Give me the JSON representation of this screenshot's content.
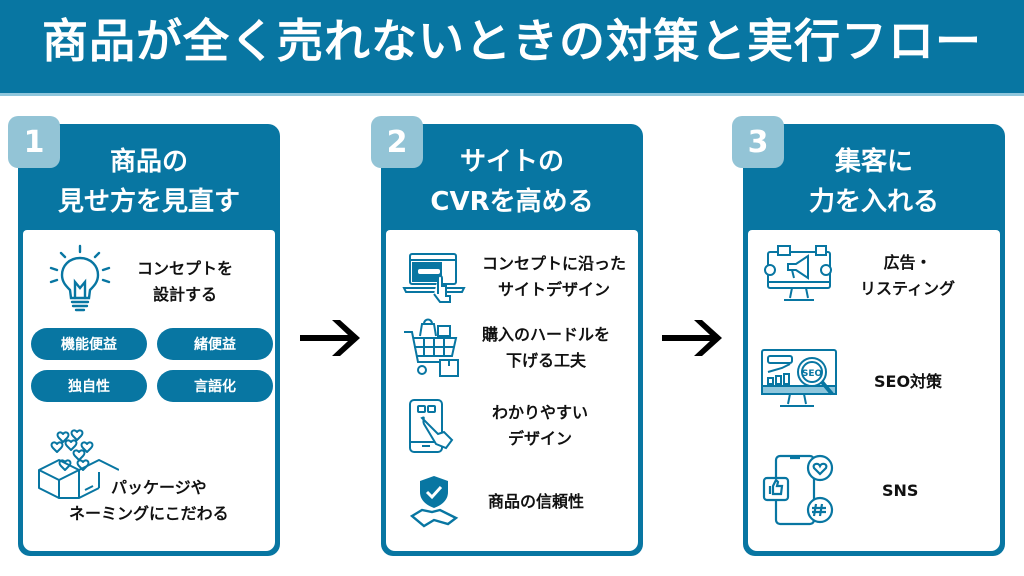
{
  "title": "商品が全く売れないときの対策と実行フロー",
  "colors": {
    "primary": "#0876a2",
    "badge": "#93c4d6",
    "text": "#111111",
    "arrow": "#000000"
  },
  "arrow_icon": "right-arrow",
  "steps": [
    {
      "number": "1",
      "heading_line1": "商品の",
      "heading_line2": "見せ方を見直す",
      "items": [
        {
          "icon": "lightbulb-icon",
          "line1": "コンセプトを",
          "line2": "設計する"
        },
        {
          "icon": "gift-box-hearts-icon",
          "line1": "パッケージや",
          "line2": "ネーミングにこだわる"
        }
      ],
      "pills": [
        "機能便益",
        "緒便益",
        "独自性",
        "言語化"
      ]
    },
    {
      "number": "2",
      "heading_line1": "サイトの",
      "heading_line2": "CVRを高める",
      "items": [
        {
          "icon": "laptop-click-icon",
          "line1": "コンセプトに沿った",
          "line2": "サイトデザイン"
        },
        {
          "icon": "shopping-cart-icon",
          "line1": "購入のハードルを",
          "line2": "下げる工夫"
        },
        {
          "icon": "smartphone-tap-icon",
          "line1": "わかりやすい",
          "line2": "デザイン"
        },
        {
          "icon": "shield-handshake-icon",
          "line1": "商品の信頼性",
          "line2": ""
        }
      ]
    },
    {
      "number": "3",
      "heading_line1": "集客に",
      "heading_line2": "力を入れる",
      "items": [
        {
          "icon": "megaphone-monitor-icon",
          "line1": "広告・",
          "line2": "リスティング"
        },
        {
          "icon": "seo-monitor-icon",
          "line1": "SEO対策",
          "line2": ""
        },
        {
          "icon": "social-media-phone-icon",
          "line1": "SNS",
          "line2": ""
        }
      ]
    }
  ]
}
